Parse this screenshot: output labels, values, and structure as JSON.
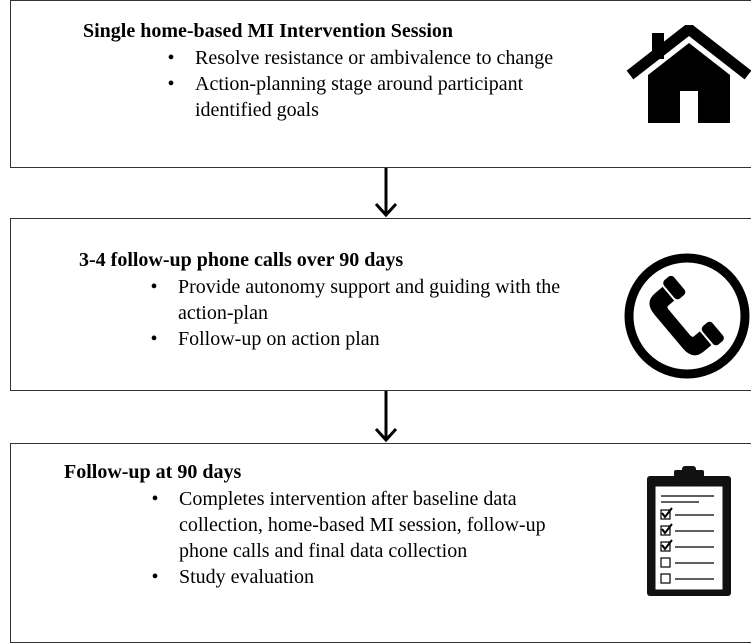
{
  "steps": [
    {
      "title": "Single home-based MI Intervention Session",
      "bullets": [
        "Resolve resistance or ambivalence to change",
        "Action-planning stage around participant identified goals"
      ],
      "icon": "house-icon"
    },
    {
      "title": "3-4 follow-up phone calls over 90 days",
      "bullets": [
        "Provide autonomy support and guiding with the action-plan",
        "Follow-up on action plan"
      ],
      "icon": "phone-icon"
    },
    {
      "title": "Follow-up at 90 days",
      "bullets": [
        "Completes intervention after baseline data collection, home-based MI session, follow-up phone calls and final data collection",
        "Study evaluation"
      ],
      "icon": "clipboard-checklist-icon"
    }
  ],
  "bullet_char": "•"
}
